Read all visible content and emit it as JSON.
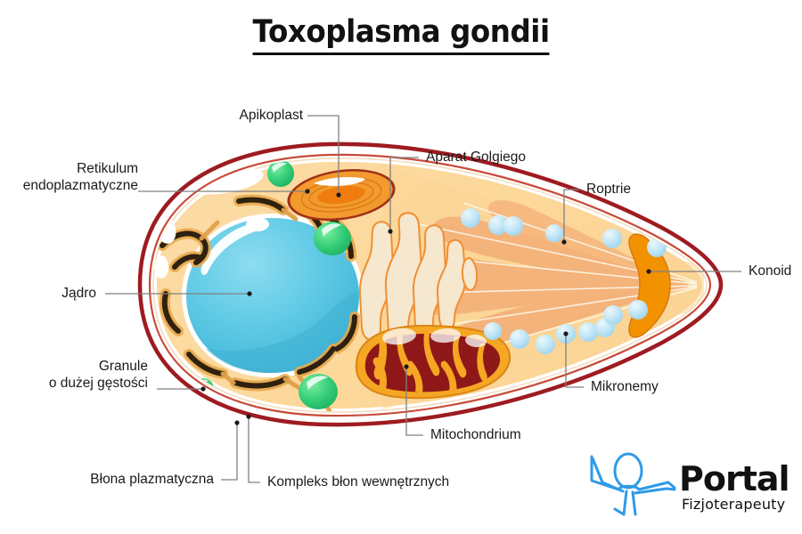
{
  "title": "Toxoplasma gondii",
  "labels": {
    "apikoplast": "Apikoplast",
    "golgi": "Aparat Golgiego",
    "roptrie": "Roptrie",
    "konoid": "Konoid",
    "mikronemy": "Mikronemy",
    "mitochondrium": "Mitochondrium",
    "kompleks": "Kompleks błon wewnętrznych",
    "blona": "Błona plazmatyczna",
    "granule_line1": "Granule",
    "granule_line2": "o dużej gęstości",
    "jadro": "Jądro",
    "retikulum_line1": "Retikulum",
    "retikulum_line2": "endoplazmatyczne"
  },
  "logo": {
    "name": "Portal",
    "subtitle": "Fizjoterapeuty",
    "mark_color": "#2e9ae8"
  },
  "colors": {
    "outer_membrane": "#9e1b20",
    "inner_membrane": "#c0392b",
    "cytoplasm": "#fbd9a0",
    "cytoplasm_inner": "#f9cf8c",
    "nucleus": "#5bc8e3",
    "nucleus_dark": "#3fb6d6",
    "granule_green": "#33cc77",
    "apikoplast_orange": "#f08a1e",
    "konoid_orange": "#f39200",
    "mitochondrion_red": "#8e1818",
    "cristae_orange": "#f5a623",
    "microneme_blue": "#bfe4f5",
    "roptry_orange": "#f4b37a",
    "golgi_cream": "#f7e7cf",
    "er_dark": "#3a2a14",
    "leader_line": "#808080",
    "background": "#ffffff"
  }
}
